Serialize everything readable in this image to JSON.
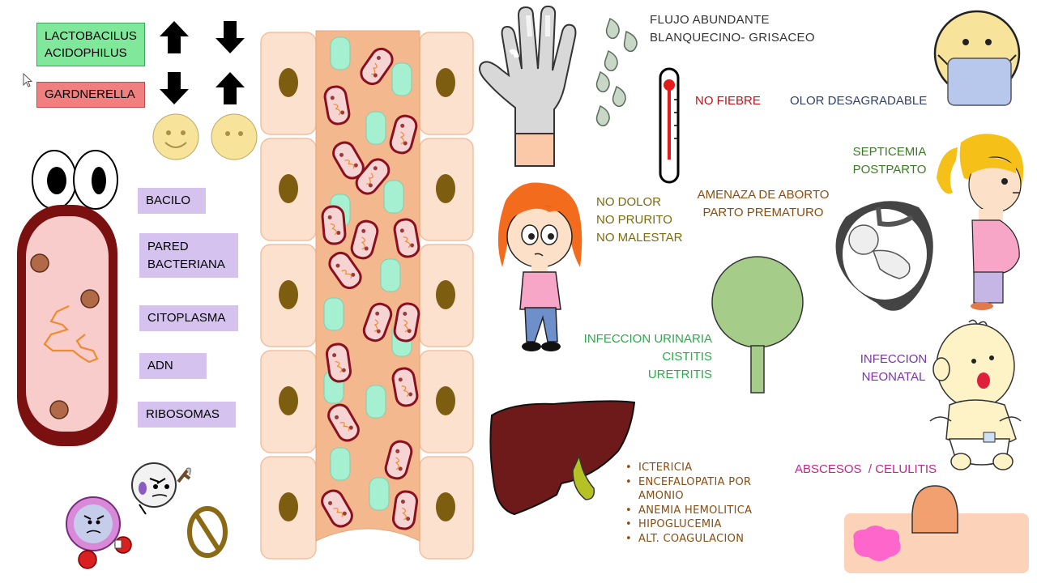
{
  "organisms": {
    "lactobacilus": "LACTOBACILUS\nACIDOPHILUS",
    "gardnerella": "GARDNERELLA"
  },
  "bacterium_parts": [
    "BACILO",
    "PARED\nBACTERIANA",
    "CITOPLASMA",
    "ADN",
    "RIBOSOMAS"
  ],
  "symptoms": {
    "discharge": "FLUJO ABUNDANTE\nBLANQUECINO- GRISACEO",
    "no_fever": "NO FIEBRE",
    "odor": "OLOR DESAGRADABLE",
    "no_pain": "NO DOLOR\nNO PRURITO\nNO MALESTAR"
  },
  "complications": {
    "sepsis": "SEPTICEMIA\nPOSTPARTO",
    "abortion": "AMENAZA DE ABORTO\nPARTO PREMATURO",
    "urinary": "INFECCION URINARIA\nCISTITIS\nURETRITIS",
    "neonatal": "INFECCION\nNEONATAL",
    "abscess": "ABSCESOS  / CELULITIS"
  },
  "liver_effects": [
    "ICTERICIA",
    "ENCEFALOPATIA POR\nAMONIO",
    "ANEMIA HEMOLITICA",
    "HIPOGLUCEMIA",
    "ALT. COAGULACION"
  ],
  "colors": {
    "green_box": "#7fe89a",
    "red_box": "#f08080",
    "purple_box": "#d5c2ee",
    "text_red": "#c0121a",
    "text_navy": "#2f3f66",
    "text_olive": "#7a6a10",
    "text_brown": "#8a4d0f",
    "text_green_dark": "#3b7a25",
    "text_green": "#2eaa4c",
    "text_purple": "#7a35a8",
    "text_magenta": "#c2268c"
  },
  "icons": [
    "arrow-up-icon",
    "arrow-down-icon",
    "smiley-icon",
    "bacillus-cartoon",
    "glove-icon",
    "droplet-icon",
    "thermometer-icon",
    "masked-face-icon",
    "girl-cartoon",
    "pregnant-girl-cartoon",
    "womb-fetus-icon",
    "bladder-icon",
    "baby-cartoon",
    "liver-icon",
    "skin-abscess-icon",
    "immune-cells-cartoon",
    "prohibition-icon"
  ]
}
